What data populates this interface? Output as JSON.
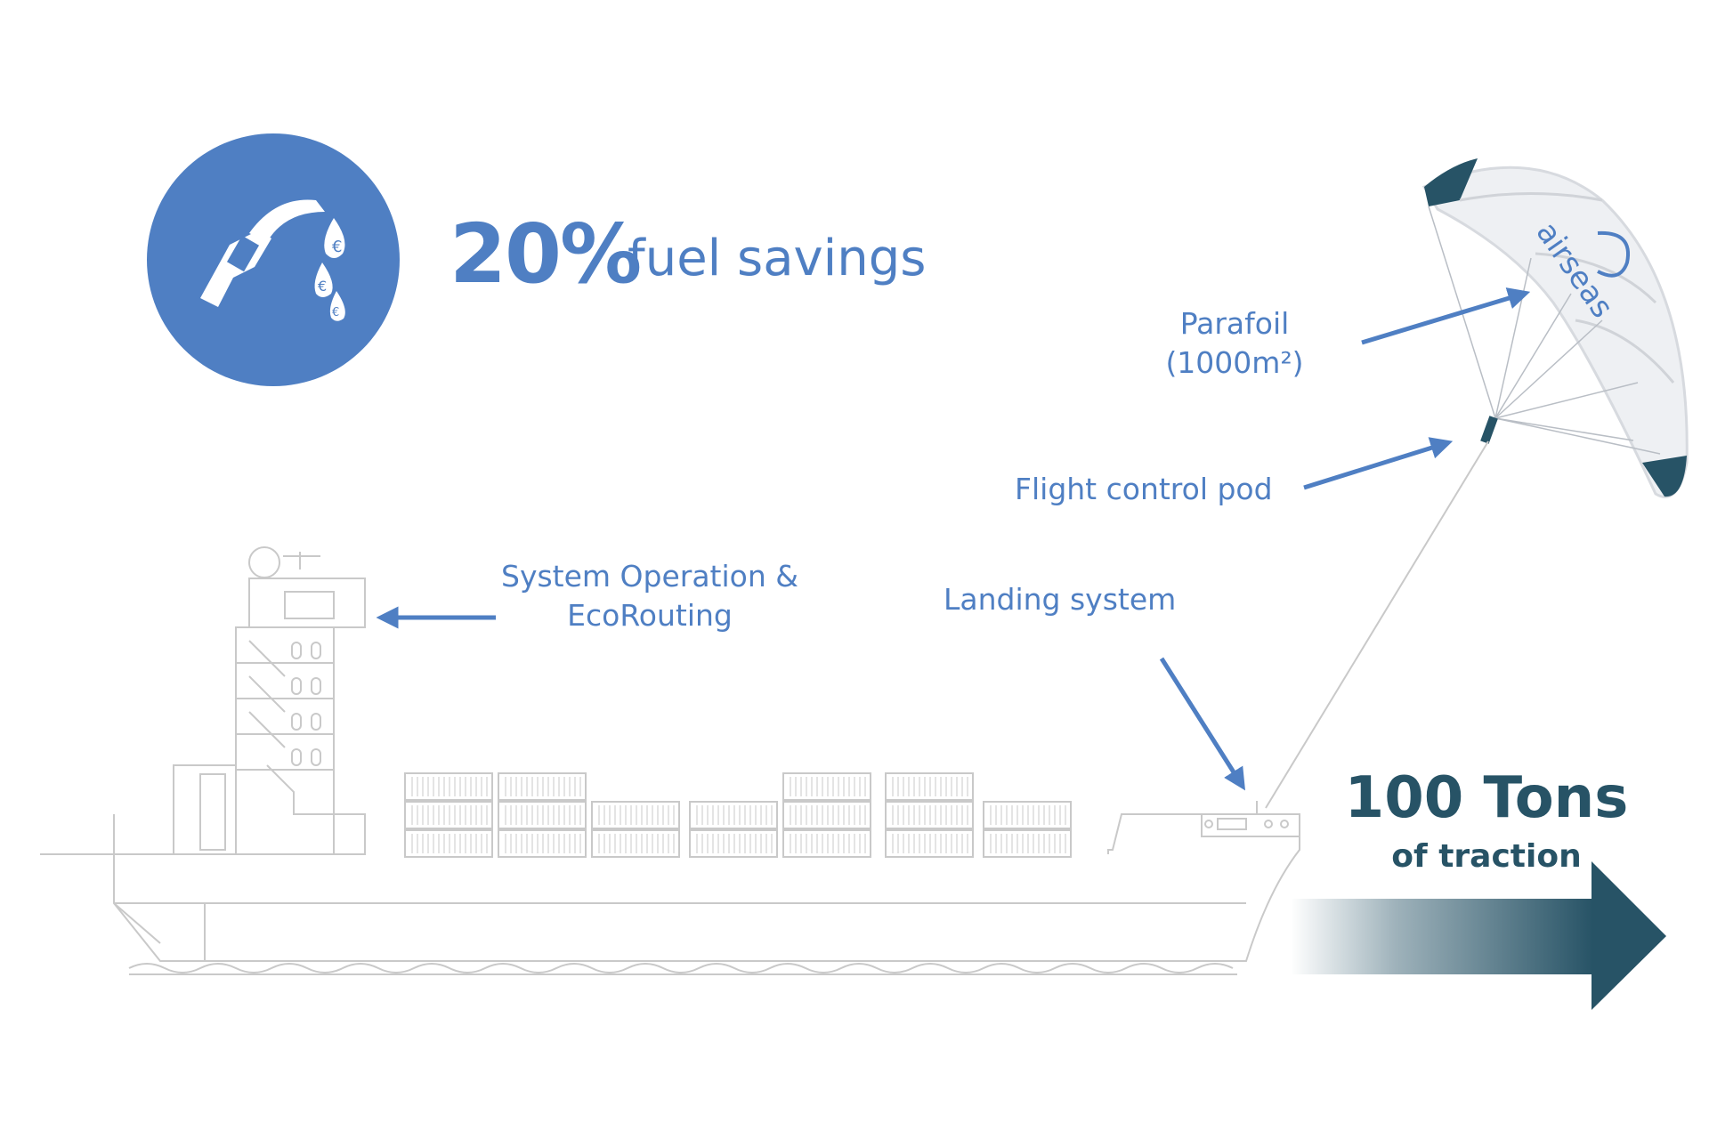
{
  "headline": {
    "value": "20%",
    "label": "fuel savings"
  },
  "callouts": {
    "parafoil": {
      "line1": "Parafoil",
      "line2": "(1000m²)"
    },
    "flight_control_pod": "Flight control pod",
    "system_operation": {
      "line1": "System Operation &",
      "line2": "EcoRouting"
    },
    "landing_system": "Landing system"
  },
  "traction": {
    "value": "100 Tons",
    "label": "of traction"
  },
  "brand": {
    "name": "airseas"
  },
  "icons": {
    "fuel": "fuel-pump-nozzle-icon",
    "arrow": "traction-arrow-icon"
  },
  "colors": {
    "accent": "#4f7fc3",
    "dark_teal": "#275366",
    "circle": "#4f7fc3",
    "outline": "#c9c9c9"
  }
}
